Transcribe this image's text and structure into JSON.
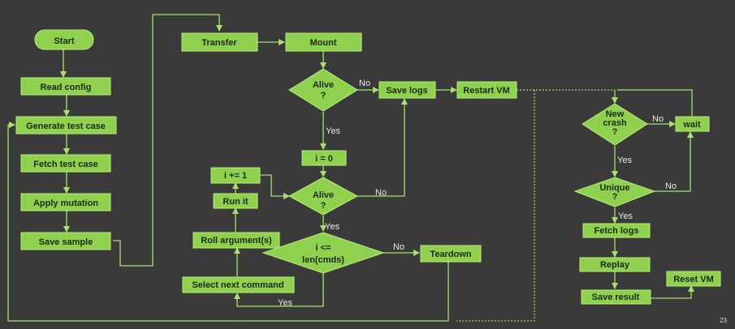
{
  "slide_number": "23",
  "nodes": {
    "start": "Start",
    "read_config": "Read config",
    "generate_test_case": "Generate test case",
    "fetch_test_case": "Fetch test case",
    "apply_mutation": "Apply mutation",
    "save_sample": "Save sample",
    "transfer": "Transfer",
    "mount": "Mount",
    "alive_1": [
      "Alive",
      "?"
    ],
    "save_logs": "Save logs",
    "restart_vm": "Restart VM",
    "i_zero": "i = 0",
    "i_increment": "i += 1",
    "run_it": "Run it",
    "alive_2": [
      "Alive",
      "?"
    ],
    "roll_argument": "Roll argument(s)",
    "i_le_len": [
      "i <=",
      "len(cmds)"
    ],
    "teardown": "Teardown",
    "select_next_command": "Select next command",
    "new_crash": [
      "New",
      "crash",
      "?"
    ],
    "wait": "wait",
    "unique": [
      "Unique",
      "?"
    ],
    "fetch_logs": "Fetch logs",
    "replay": "Replay",
    "save_result": "Save result",
    "reset_vm": "Reset VM"
  },
  "edge_labels": {
    "alive1_no": "No",
    "alive1_yes": "Yes",
    "alive2_no": "No",
    "alive2_yes": "Yes",
    "loop_no": "No",
    "loop_yes": "Yes",
    "new_crash_no": "No",
    "new_crash_yes": "Yes",
    "unique_no": "No",
    "unique_yes": "Yes"
  },
  "colors": {
    "background": "#3a3a3a",
    "node_fill": "#8fd14f",
    "line": "#a8e070",
    "node_text": "#1d2a12",
    "edge_text": "#e9e9e9"
  }
}
